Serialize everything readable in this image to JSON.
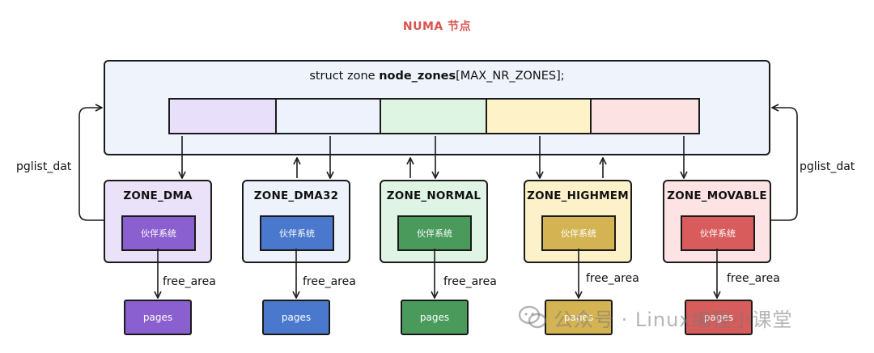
{
  "title": "NUMA 节点",
  "struct_decl": {
    "prefix": "struct zone ",
    "name": "node_zones",
    "suffix": "[MAX_NR_ZONES];"
  },
  "array_cells": [
    {
      "color": "#e8e0fa"
    },
    {
      "color": "#eef2fc"
    },
    {
      "color": "#def5e3"
    },
    {
      "color": "#fdf2c8"
    },
    {
      "color": "#fde2e4"
    }
  ],
  "zones": [
    {
      "name": "ZONE_DMA",
      "bg": "#e9e2f9",
      "accent": "#8a5fcf",
      "buddy": "伙伴系统",
      "free_area": "free_area",
      "pages": "pages"
    },
    {
      "name": "ZONE_DMA32",
      "bg": "#eef2fb",
      "accent": "#4a78cc",
      "buddy": "伙伴系统",
      "free_area": "free_area",
      "pages": "pages"
    },
    {
      "name": "ZONE_NORMAL",
      "bg": "#dff4e4",
      "accent": "#4a9a5c",
      "buddy": "伙伴系统",
      "free_area": "free_area",
      "pages": "pages"
    },
    {
      "name": "ZONE_HIGHMEM",
      "bg": "#fdf1c9",
      "accent": "#d4b352",
      "buddy": "伙伴系统",
      "free_area": "free_area",
      "pages": "pages"
    },
    {
      "name": "ZONE_MOVABLE",
      "bg": "#fde3e4",
      "accent": "#d85c5c",
      "buddy": "伙伴系统",
      "free_area": "free_area",
      "pages": "pages"
    }
  ],
  "pglist_left": "pglist_dat",
  "pglist_right": "pglist_dat",
  "watermark": {
    "text": "公众号 · Linux编程小课堂",
    "icon": "wechat-icon"
  }
}
